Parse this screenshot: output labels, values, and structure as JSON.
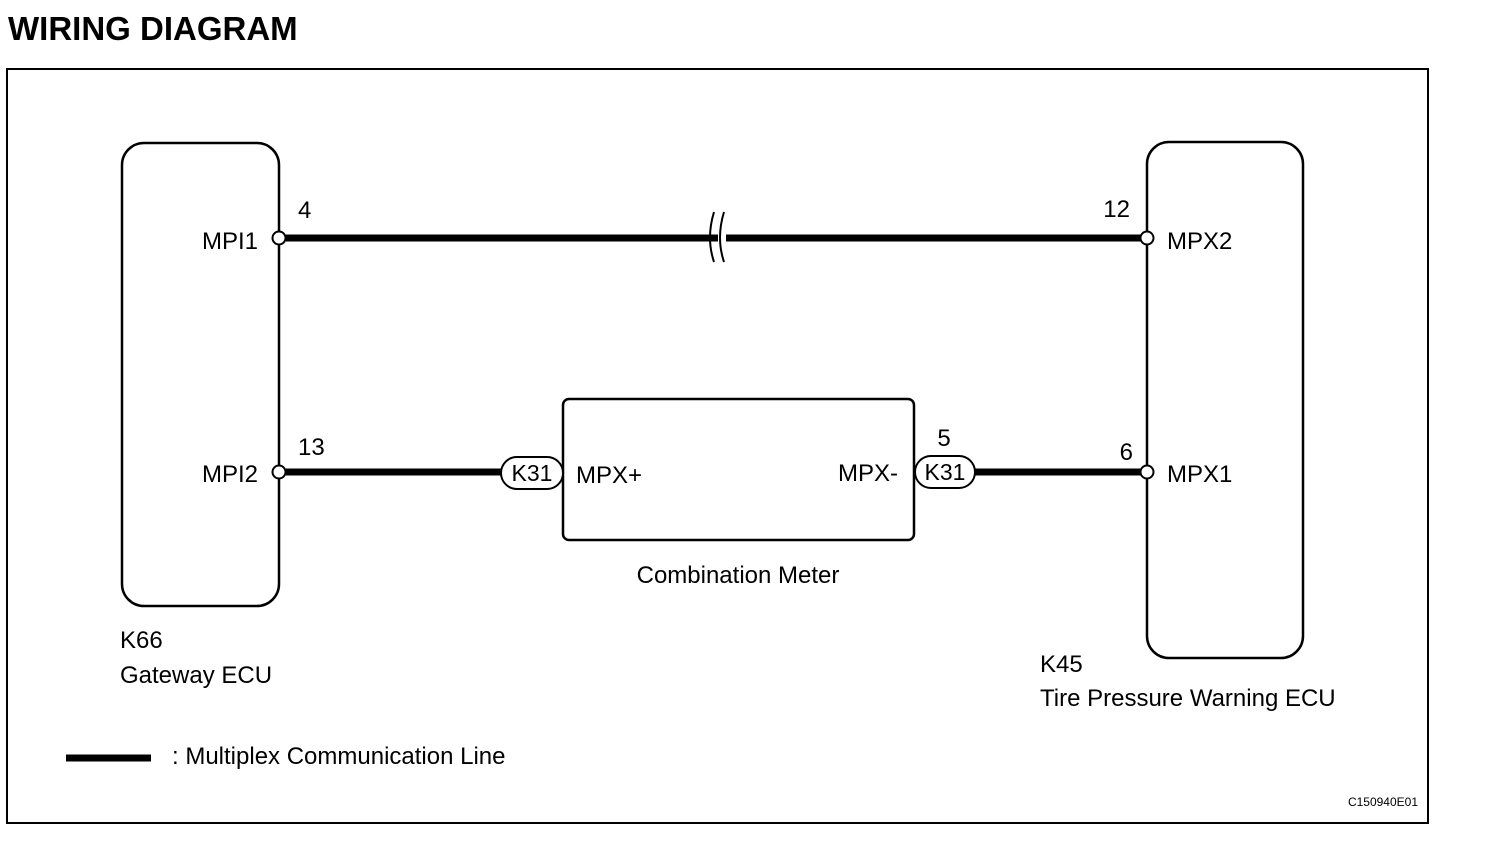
{
  "title": "WIRING DIAGRAM",
  "colors": {
    "line": "#000000",
    "background": "#ffffff"
  },
  "gateway": {
    "code": "K66",
    "name": "Gateway ECU",
    "terminals": [
      {
        "name": "MPI1",
        "pin": "4"
      },
      {
        "name": "MPI2",
        "pin": "13"
      }
    ]
  },
  "tpw": {
    "code": "K45",
    "name": "Tire Pressure Warning ECU",
    "terminals": [
      {
        "name": "MPX2",
        "pin": "12"
      },
      {
        "name": "MPX1",
        "pin": "6"
      }
    ]
  },
  "meter": {
    "name": "Combination Meter",
    "terminals": [
      {
        "name": "MPX+",
        "connector": "K31",
        "pin": ""
      },
      {
        "name": "MPX-",
        "connector": "K31",
        "pin": "5"
      }
    ]
  },
  "legend": {
    "label": ": Multiplex Communication Line"
  },
  "figure_code": "C150940E01"
}
